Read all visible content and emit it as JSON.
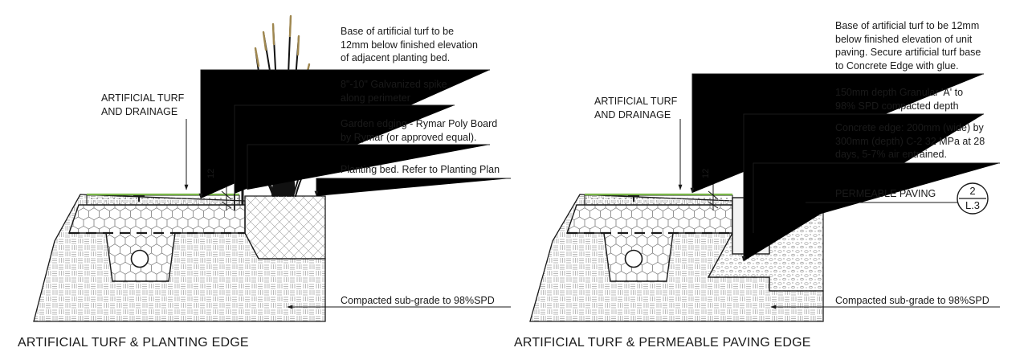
{
  "left_detail": {
    "title": "ARTIFICIAL TURF & PLANTING EDGE",
    "turf_label": [
      "ARTIFICIAL TURF",
      "AND DRAINAGE"
    ],
    "dimension": "12",
    "notes": [
      [
        "Base of artificial turf to be",
        "12mm below finished elevation",
        "of adjacent planting bed."
      ],
      [
        "8\"-10\" Galvanized spike",
        "along perimeter"
      ],
      [
        "Garden edging - Rymar Poly Board",
        "by Rymar (or approved equal)."
      ],
      [
        "Planting bed. Refer to Planting Plan"
      ],
      [
        "Compacted sub-grade to 98%SPD"
      ]
    ]
  },
  "right_detail": {
    "title": "ARTIFICIAL TURF & PERMEABLE PAVING EDGE",
    "turf_label": [
      "ARTIFICIAL TURF",
      "AND DRAINAGE"
    ],
    "dimension": "12",
    "notes": [
      [
        "Base of artificial turf to be 12mm",
        "below finished elevation of unit",
        "paving. Secure artificial turf base",
        "to Concrete Edge with glue."
      ],
      [
        "150mm depth Granular 'A' to",
        "98% SPD compacted depth"
      ],
      [
        "Concrete edge: 200mm (wide) by",
        "300mm (depth) C-2 32 MPa at 28",
        "days, 5-7% air entrained."
      ],
      [
        "PERMEABLE PAVING"
      ],
      [
        "Compacted sub-grade to 98%SPD"
      ]
    ],
    "detail_ref": {
      "number": "2",
      "sheet": "L.3"
    }
  },
  "colors": {
    "ink": "#1a1a1a",
    "turf_green": "#7ab648",
    "hatch": "#9a9a9a"
  }
}
